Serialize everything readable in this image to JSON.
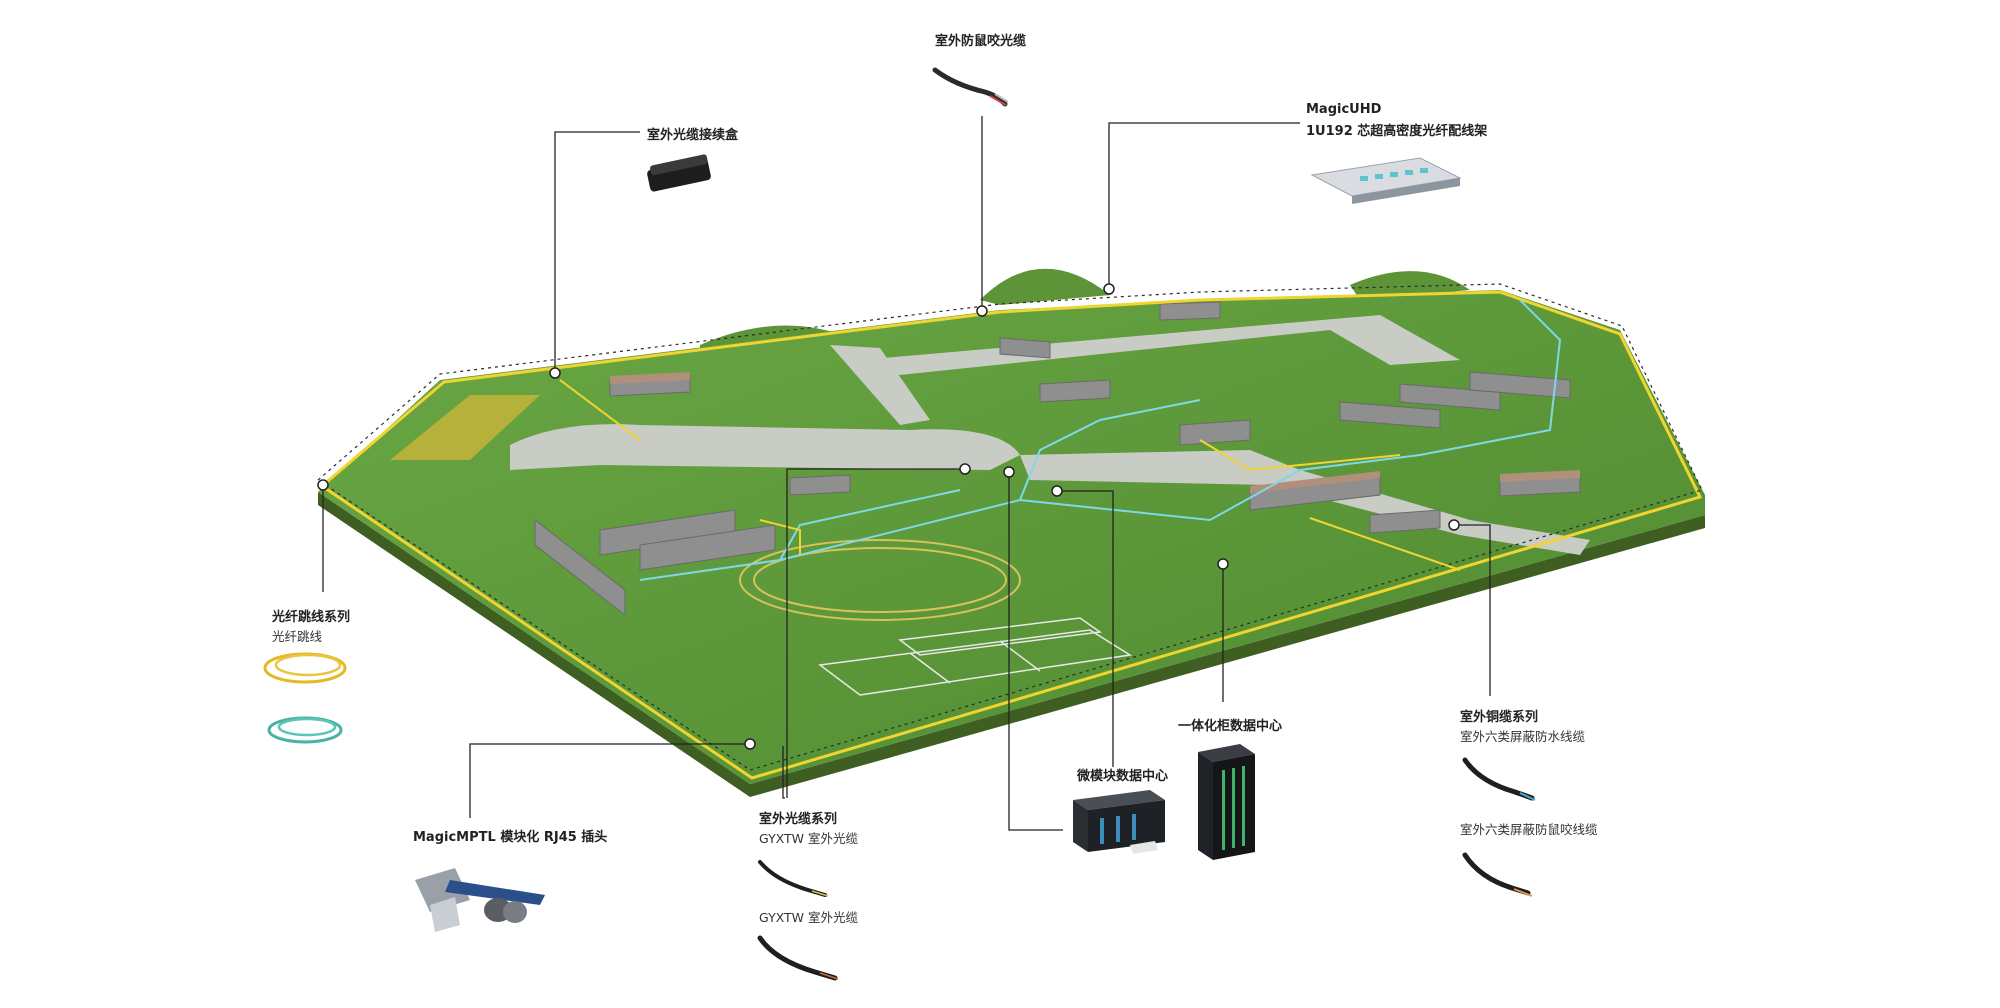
{
  "callouts": {
    "rodent_cable": {
      "title": "室外防鼠咬光缆"
    },
    "splice_box": {
      "title": "室外光缆接续盒"
    },
    "odf": {
      "title_line1": "MagicUHD",
      "title_line2": "1U192 芯超高密度光纤配线架"
    },
    "patch_cord": {
      "title": "光纤跳线系列",
      "subtitle": "光纤跳线"
    },
    "mptl": {
      "title": "MagicMPTL 模块化 RJ45 插头"
    },
    "fiber_series": {
      "title": "室外光缆系列",
      "item1": "GYXTW 室外光缆",
      "item2": "GYXTW 室外光缆"
    },
    "micro_dc": {
      "title": "微模块数据中心"
    },
    "cabinet_dc": {
      "title": "一体化柜数据中心"
    },
    "copper_series": {
      "title": "室外铜缆系列",
      "item1": "室外六类屏蔽防水线缆",
      "item2": "室外六类屏蔽防鼠咬线缆"
    }
  },
  "colors": {
    "grass": "#5e9a3a",
    "grass_dark": "#4a7f2c",
    "road": "#c9ccc4",
    "fence_line": "#f2d431",
    "fiber_line": "#7fd8e8",
    "leader": "#222222",
    "soil": "#3f5e22"
  },
  "icons": [
    "fiber-cable-icon",
    "splice-box-icon",
    "odf-rack-icon",
    "patch-cord-icon",
    "rj45-plug-icon",
    "micro-datacenter-icon",
    "cabinet-datacenter-icon",
    "copper-cable-icon"
  ]
}
